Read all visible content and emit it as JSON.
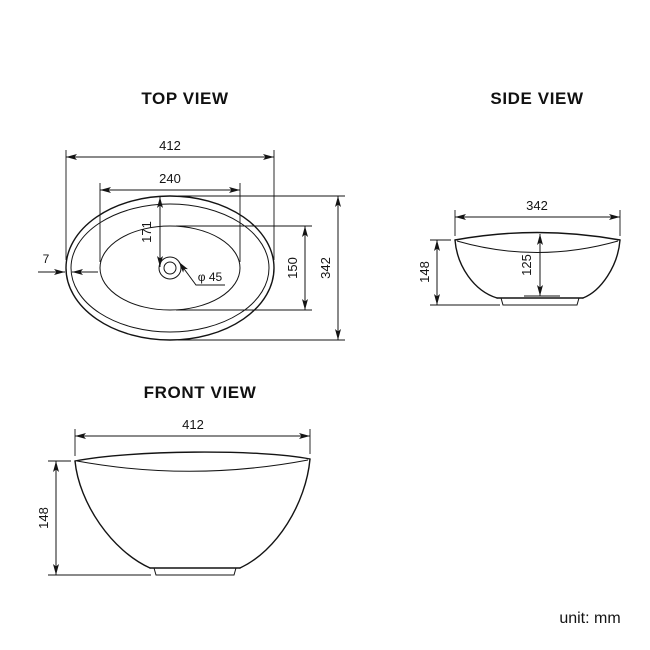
{
  "unit_label": "unit: mm",
  "colors": {
    "ink": "#141414",
    "background": "#ffffff"
  },
  "views": {
    "top": {
      "title": "TOP VIEW",
      "dims": {
        "overall_width": "412",
        "basin_width": "240",
        "center_to_rim": "171",
        "basin_depth_plan": "150",
        "overall_depth": "342",
        "rim_thickness": "7",
        "drain_diameter": "φ 45"
      }
    },
    "side": {
      "title": "SIDE VIEW",
      "dims": {
        "overall_width": "342",
        "overall_height": "148",
        "inner_depth": "125"
      }
    },
    "front": {
      "title": "FRONT VIEW",
      "dims": {
        "overall_width": "412",
        "overall_height": "148"
      }
    }
  }
}
